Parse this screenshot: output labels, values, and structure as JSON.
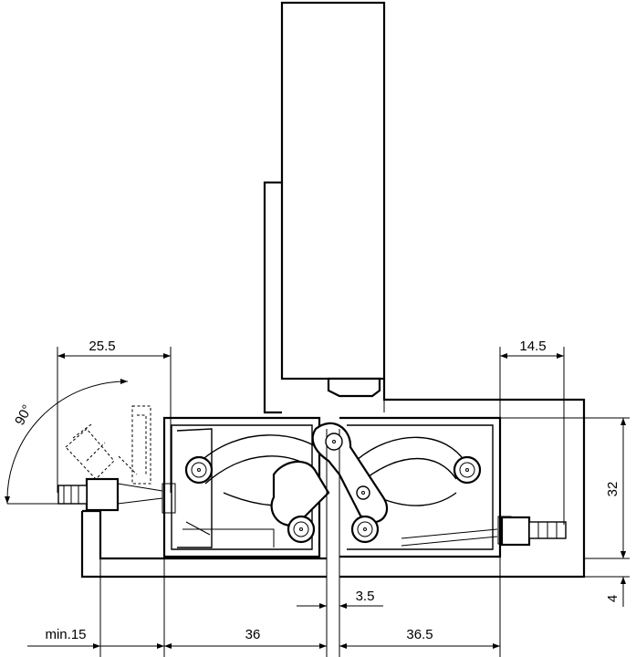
{
  "drawing": {
    "subject": "concealed hinge technical drawing",
    "line_color": "#000000",
    "background_color": "#ffffff"
  },
  "dimensions": {
    "angle_open": "90°",
    "dim_25_5": "25.5",
    "dim_14_5": "14.5",
    "dim_32": "32",
    "dim_4": "4",
    "dim_3_5": "3.5",
    "dim_min15": "min.15",
    "dim_36": "36",
    "dim_36_5": "36.5"
  }
}
